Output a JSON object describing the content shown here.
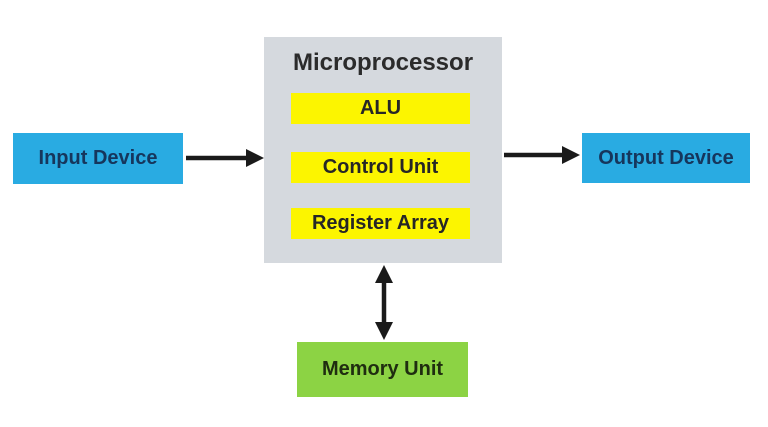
{
  "diagram": {
    "processor": {
      "title": "Microprocessor",
      "components": {
        "alu": {
          "label": "ALU"
        },
        "control_unit": {
          "label": "Control Unit"
        },
        "register_array": {
          "label": "Register Array"
        }
      }
    },
    "nodes": {
      "input_device": {
        "label": "Input Device"
      },
      "output_device": {
        "label": "Output Device"
      },
      "memory_unit": {
        "label": "Memory Unit"
      }
    },
    "connections": [
      {
        "from": "input_device",
        "to": "processor",
        "direction": "one-way"
      },
      {
        "from": "processor",
        "to": "output_device",
        "direction": "one-way"
      },
      {
        "from": "processor",
        "to": "memory_unit",
        "direction": "two-way"
      }
    ],
    "colors": {
      "device": "#29ABE2",
      "device_text": "#16365C",
      "component": "#FCF500",
      "component_text": "#262626",
      "processor_bg": "#D5D9DE",
      "title_text": "#2B2B2B",
      "memory": "#8CD344",
      "memory_text": "#1F2D10",
      "arrow": "#1A1A1A"
    }
  }
}
